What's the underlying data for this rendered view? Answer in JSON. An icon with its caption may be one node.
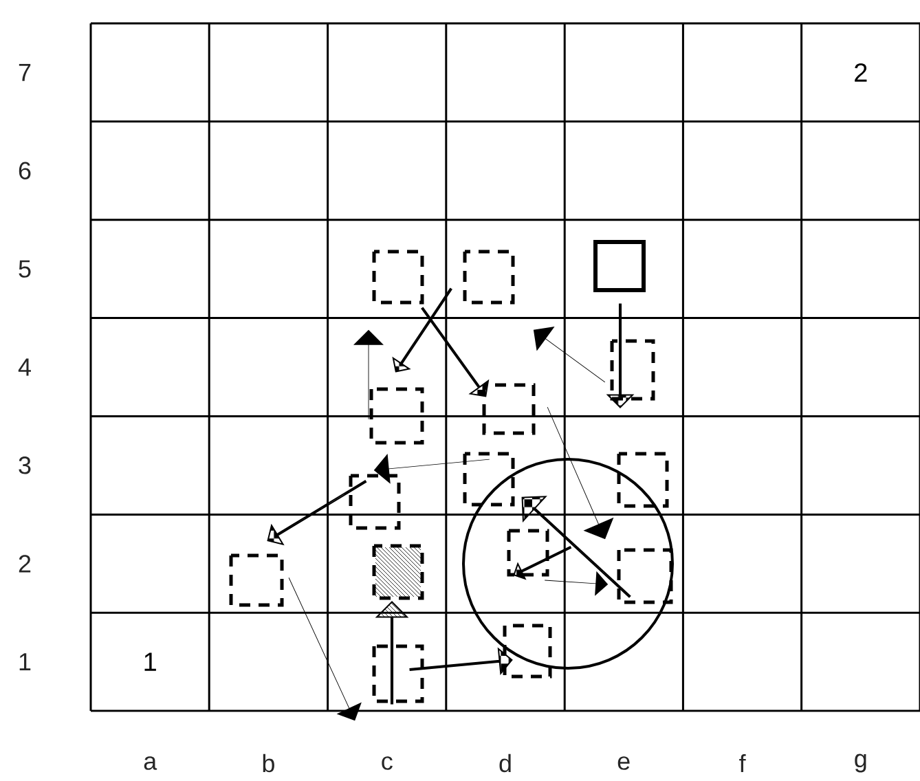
{
  "diagram": {
    "labels": [
      "7",
      "2",
      "6",
      "5",
      "4",
      "3",
      "2",
      "1",
      "1",
      "a",
      "b",
      "c",
      "d",
      "e",
      "f",
      "g"
    ]
  }
}
